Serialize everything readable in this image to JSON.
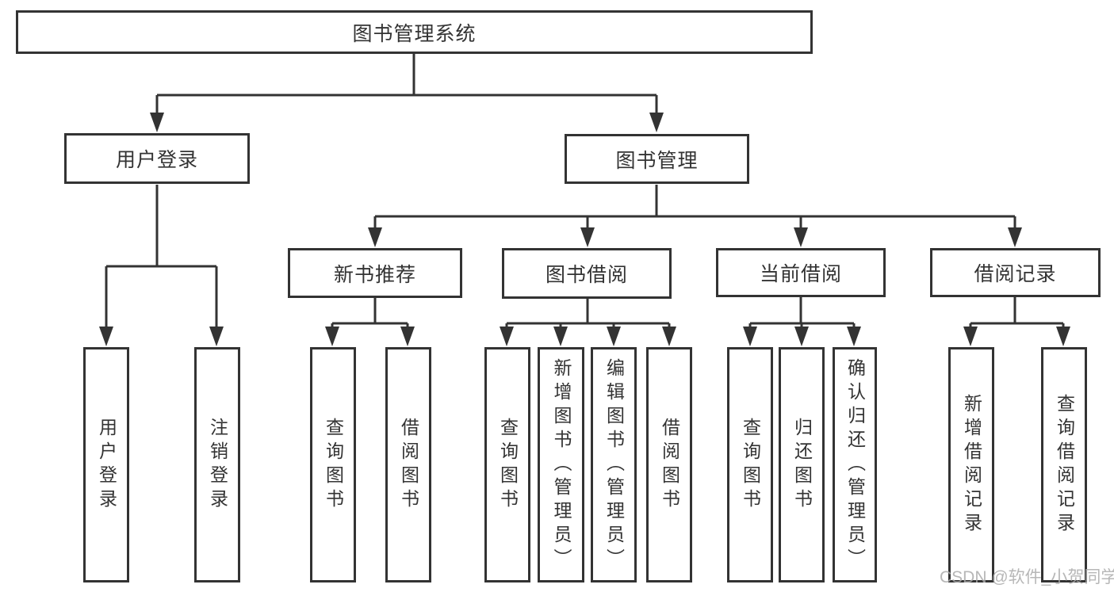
{
  "nodes": {
    "root": {
      "label": "图书管理系统"
    },
    "branches": [
      {
        "label": "用户登录"
      },
      {
        "label": "图书管理"
      }
    ],
    "modules": [
      {
        "label": "新书推荐"
      },
      {
        "label": "图书借阅"
      },
      {
        "label": "当前借阅"
      },
      {
        "label": "借阅记录"
      }
    ],
    "leaves": [
      {
        "label": "用户登录"
      },
      {
        "label": "注销登录"
      },
      {
        "label": "查询图书"
      },
      {
        "label": "借阅图书"
      },
      {
        "label": "查询图书"
      },
      {
        "label": "新增图书（管理员）"
      },
      {
        "label": "编辑图书（管理员）"
      },
      {
        "label": "借阅图书"
      },
      {
        "label": "查询图书"
      },
      {
        "label": "归还图书"
      },
      {
        "label": "确认归还（管理员）"
      },
      {
        "label": "新增借阅记录"
      },
      {
        "label": "查询借阅记录"
      }
    ]
  },
  "watermark": {
    "text": "CSDN @软件_小贺同学"
  },
  "colors": {
    "line": "#333333",
    "box_border": "#333333",
    "text": "#333333",
    "watermark": "#ababab",
    "background": "#ffffff"
  }
}
